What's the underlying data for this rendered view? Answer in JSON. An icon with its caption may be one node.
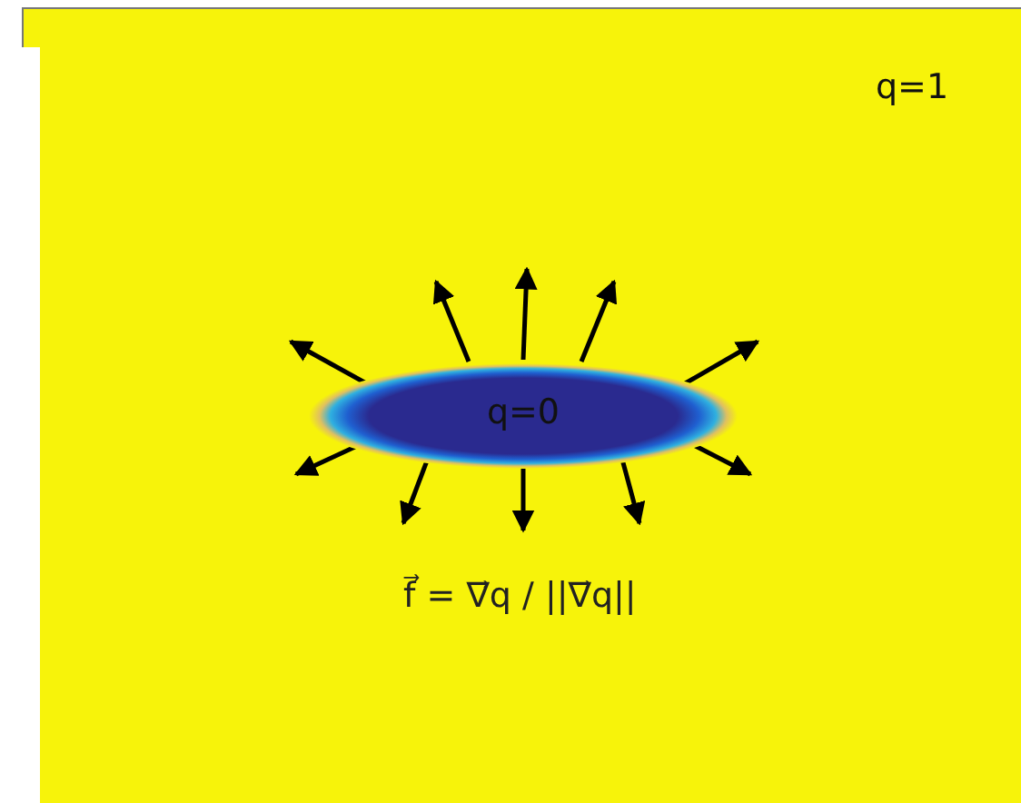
{
  "diagram": {
    "nodes": [
      {
        "text": [
          "q=0"
        ]
      }
    ],
    "edges": [],
    "labels": [
      "q=1",
      "f⃗ = ∇⃗q / ||∇⃗q||"
    ]
  }
}
